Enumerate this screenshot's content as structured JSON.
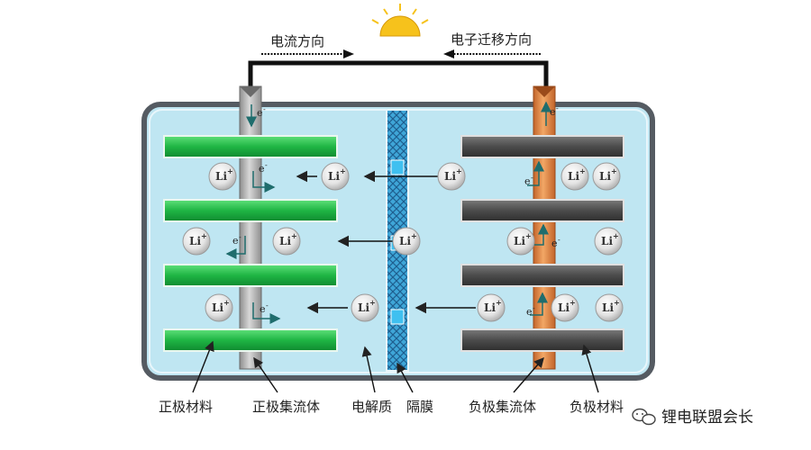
{
  "labels": {
    "current_direction": "电流方向",
    "electron_direction": "电子迁移方向",
    "cathode_material": "正极材料",
    "cathode_collector": "正极集流体",
    "electrolyte": "电解质",
    "separator": "隔膜",
    "anode_collector": "负极集流体",
    "anode_material": "负极材料"
  },
  "ion": {
    "symbol": "Li",
    "charge": "+"
  },
  "electron": {
    "symbol": "e",
    "charge": "-"
  },
  "watermark": "锂电联盟会长",
  "colors": {
    "electrolyte": "#bfe6f2",
    "cathode_material": "#1fb544",
    "anode_material": "#4b4b4b",
    "cathode_collector": "#b0b0b0",
    "anode_collector": "#e08a40",
    "separator": "#3fa6d8",
    "sun": "#f6c21c",
    "case": "#555b62"
  }
}
